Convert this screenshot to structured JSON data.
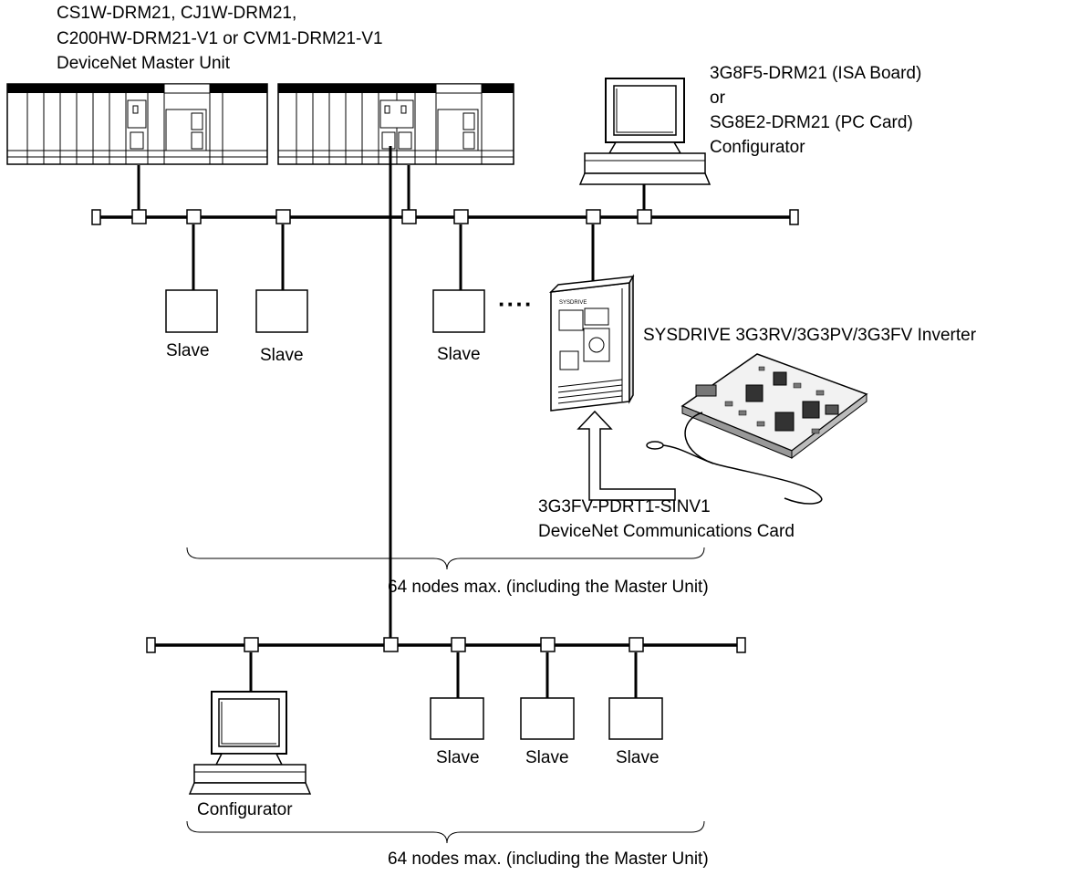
{
  "master_unit": {
    "line1": "CS1W-DRM21, CJ1W-DRM21,",
    "line2": "C200HW-DRM21-V1 or CVM1-DRM21-V1",
    "line3": "DeviceNet Master Unit"
  },
  "configurator_top": {
    "line1": "3G8F5-DRM21 (ISA Board)",
    "line2": "or",
    "line3": "SG8E2-DRM21 (PC Card)",
    "line4": "Configurator"
  },
  "inverter": {
    "label": "SYSDRIVE 3G3RV/3G3PV/3G3FV Inverter",
    "brand": "SYSDRIVE"
  },
  "comm_card": {
    "line1": "3G3FV-PDRT1-SINV1",
    "line2": "DeviceNet Communications Card"
  },
  "ellipsis": "····",
  "slave_label": "Slave",
  "configurator_bottom": "Configurator",
  "nodes_max_top": "64 nodes max. (including the Master Unit)",
  "nodes_max_bottom": "64 nodes max. (including the Master Unit)"
}
